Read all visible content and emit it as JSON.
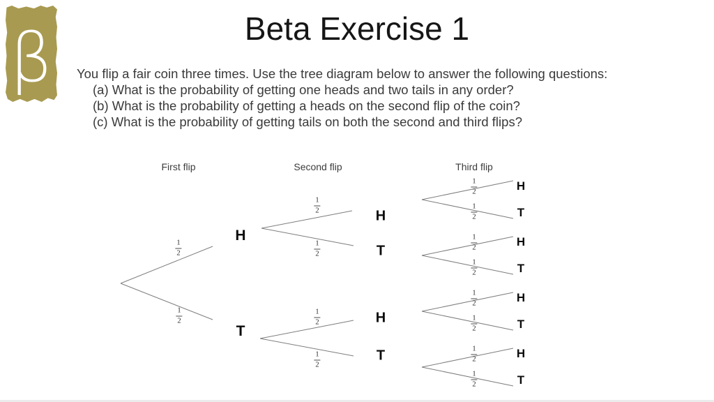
{
  "badge": {
    "symbol": "β",
    "background_color": "#a89a50",
    "symbol_color": "#ffffff"
  },
  "title": "Beta Exercise 1",
  "problem": {
    "intro": "You flip a fair coin three times. Use the tree diagram below to answer the following questions:",
    "questions": [
      "(a) What is the probability of getting one heads and two tails in any order?",
      "(b) What is the probability of getting a heads on the second flip of the coin?",
      "(c) What is the probability of getting tails on both the second and third flips?"
    ]
  },
  "tree": {
    "column_headers": [
      "First flip",
      "Second flip",
      "Third flip"
    ],
    "probability": {
      "num": "1",
      "den": "2"
    },
    "first_flip": {
      "outcomes": [
        "H",
        "T"
      ]
    },
    "second_flip": {
      "outcomes": [
        "H",
        "T",
        "H",
        "T"
      ]
    },
    "third_flip": {
      "outcomes": [
        "H",
        "T",
        "H",
        "T",
        "H",
        "T",
        "H",
        "T"
      ]
    }
  }
}
